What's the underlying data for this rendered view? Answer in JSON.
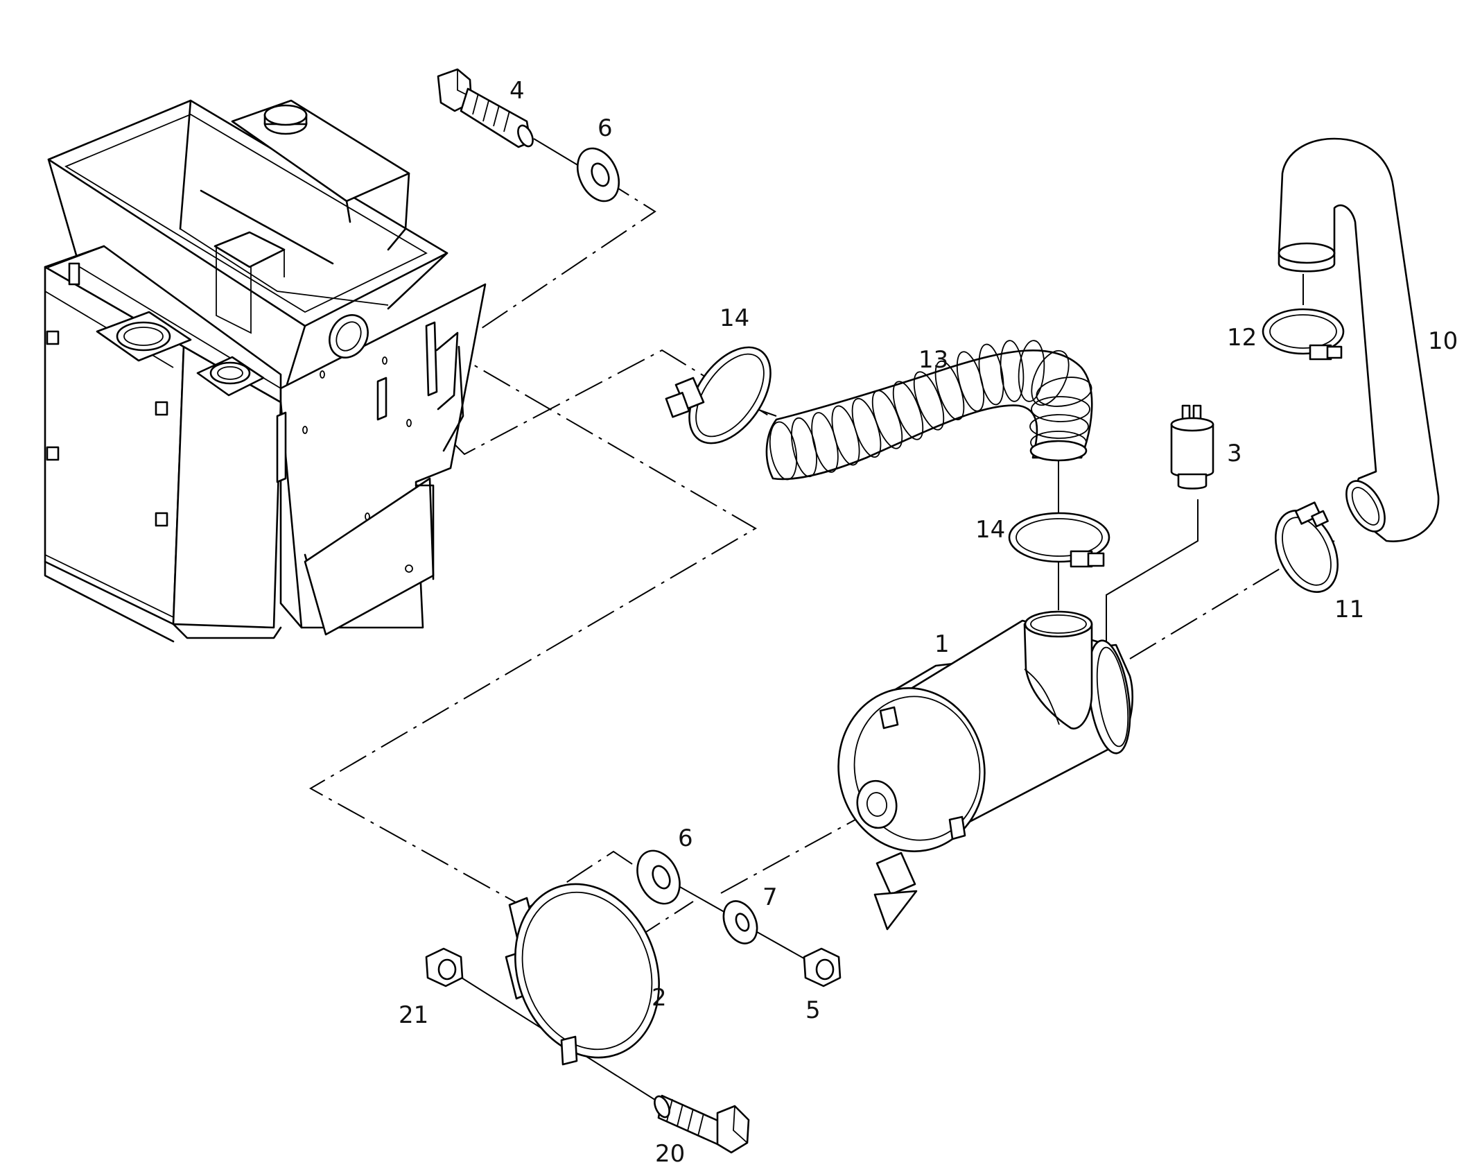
{
  "diagram": {
    "callouts": [
      {
        "id": "c1",
        "text": "1"
      },
      {
        "id": "c2",
        "text": "2"
      },
      {
        "id": "c3",
        "text": "3"
      },
      {
        "id": "c4",
        "text": "4"
      },
      {
        "id": "c5",
        "text": "5"
      },
      {
        "id": "c6a",
        "text": "6"
      },
      {
        "id": "c6b",
        "text": "6"
      },
      {
        "id": "c7",
        "text": "7"
      },
      {
        "id": "c10",
        "text": "10"
      },
      {
        "id": "c11",
        "text": "11"
      },
      {
        "id": "c12",
        "text": "12"
      },
      {
        "id": "c13",
        "text": "13"
      },
      {
        "id": "c14a",
        "text": "14"
      },
      {
        "id": "c14b",
        "text": "14"
      },
      {
        "id": "c20",
        "text": "20"
      },
      {
        "id": "c21",
        "text": "21"
      }
    ]
  }
}
